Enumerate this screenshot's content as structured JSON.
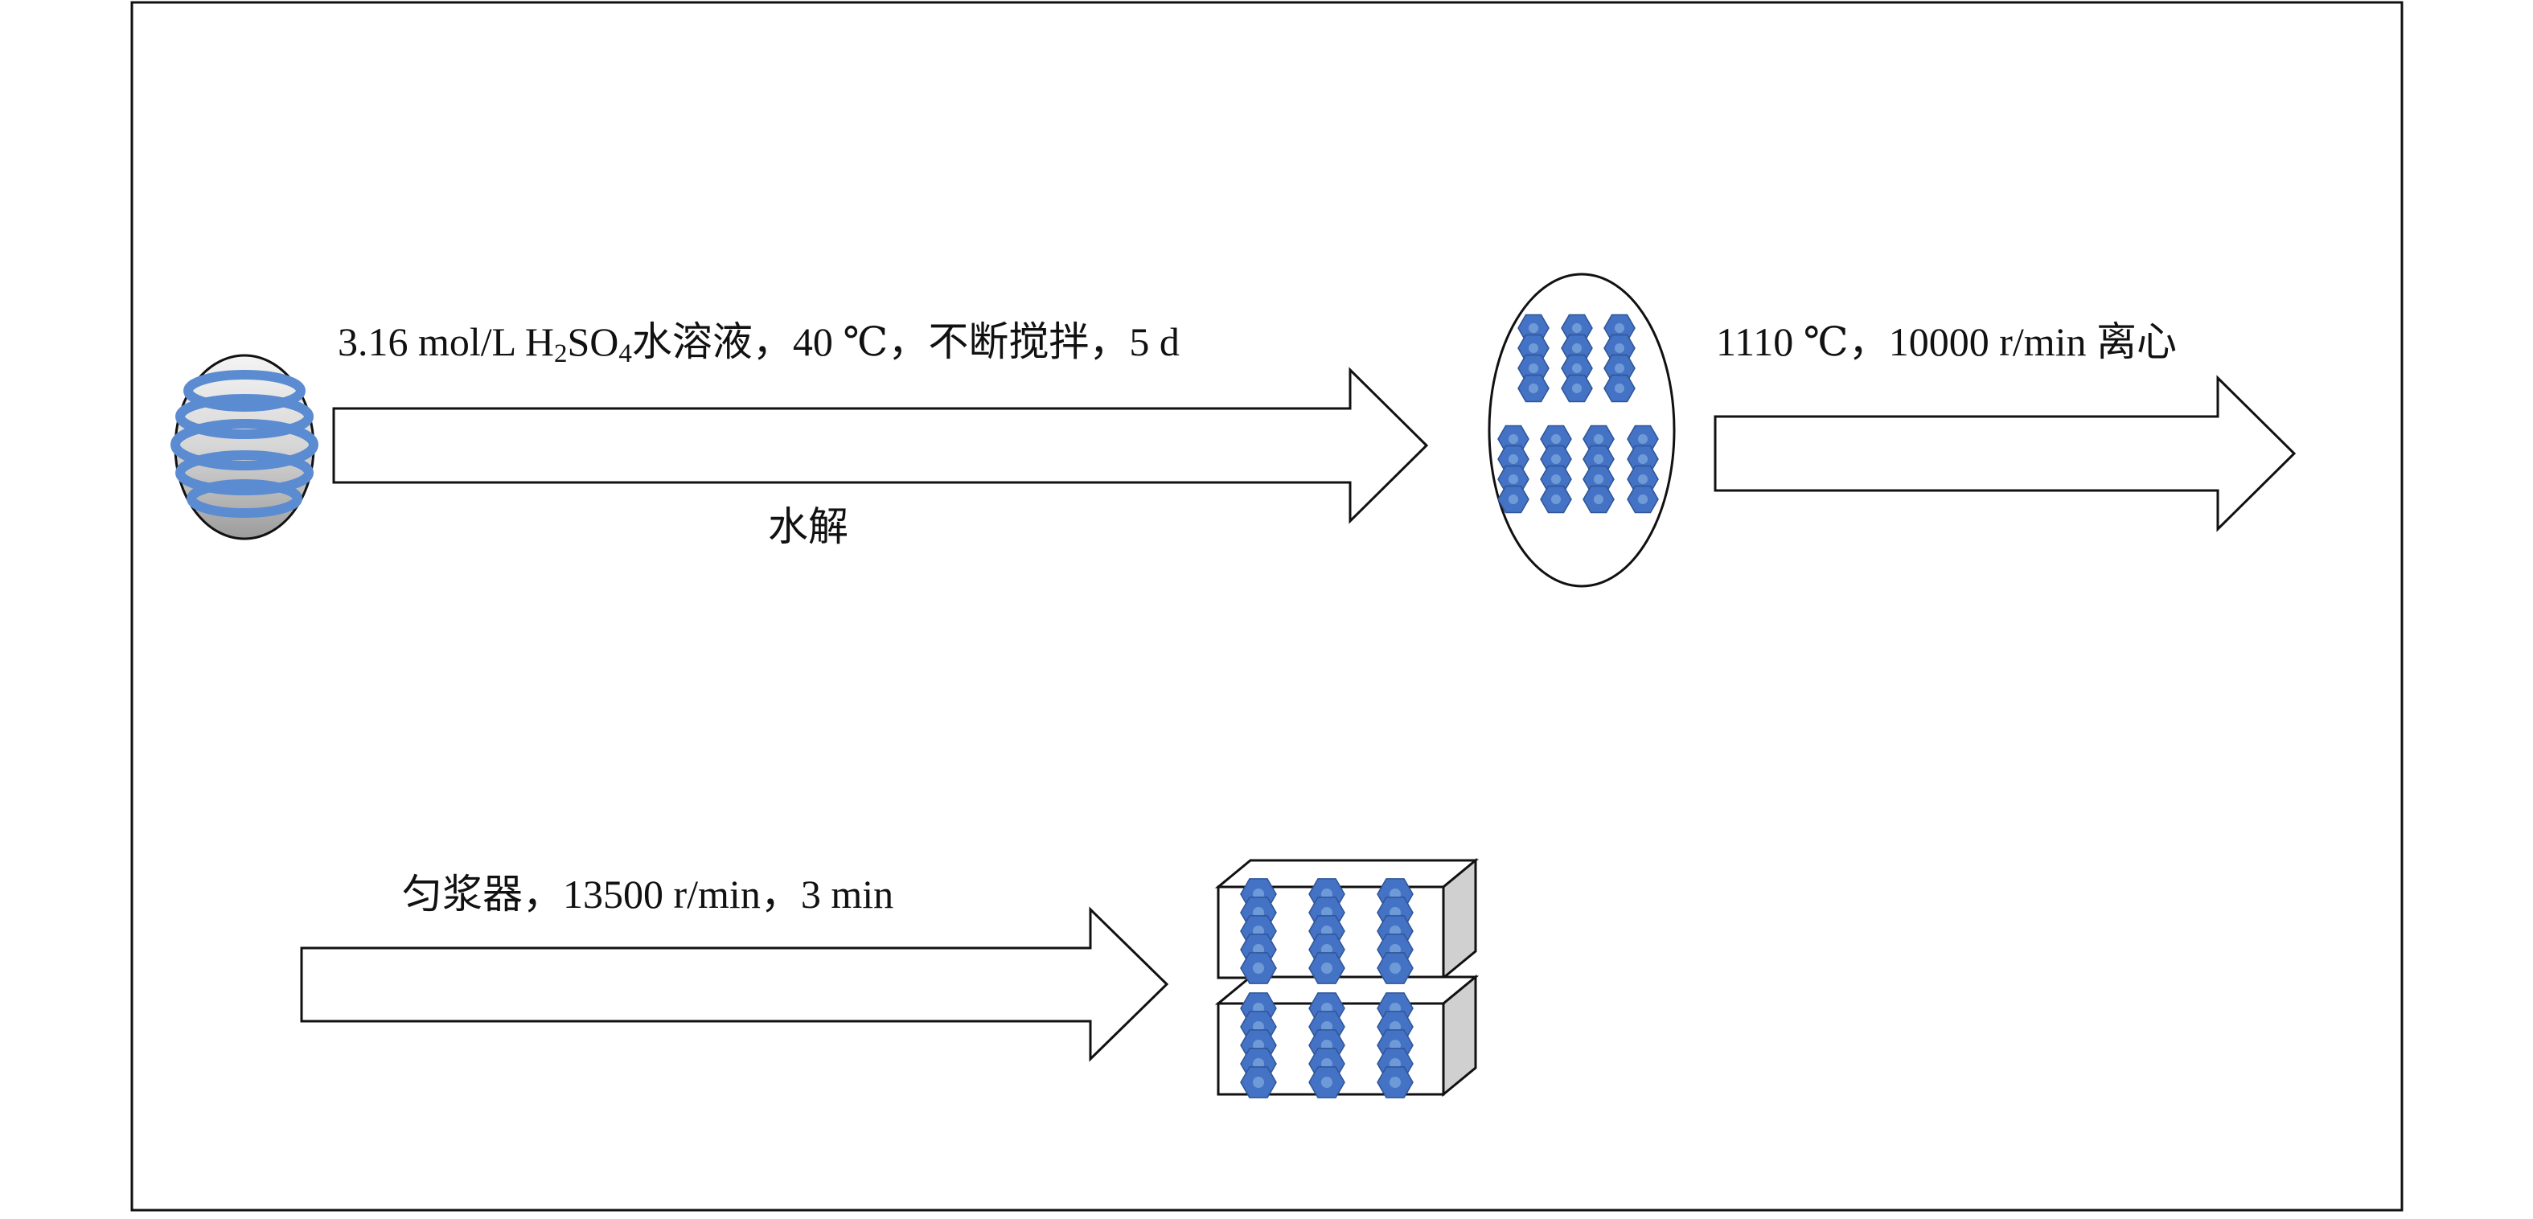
{
  "colors": {
    "accent": "#4472c4",
    "outline": "#111111",
    "box_side": "#d0d0d0"
  },
  "step1": {
    "label_prefix": "3.16 mol/L H",
    "label_sub1": "2",
    "label_mid": "SO",
    "label_sub2": "4",
    "label_suffix": "水溶液，40 ℃，不断搅拌，5 d",
    "below_label": "水解"
  },
  "step2": {
    "label": "1110 ℃，10000 r/min 离心"
  },
  "step3": {
    "label": "匀浆器，13500 r/min，3 min"
  },
  "icons": {
    "start": "coiled-fiber-icon",
    "middle": "nanocrystal-cluster-icon",
    "end": "layered-block-icon"
  }
}
